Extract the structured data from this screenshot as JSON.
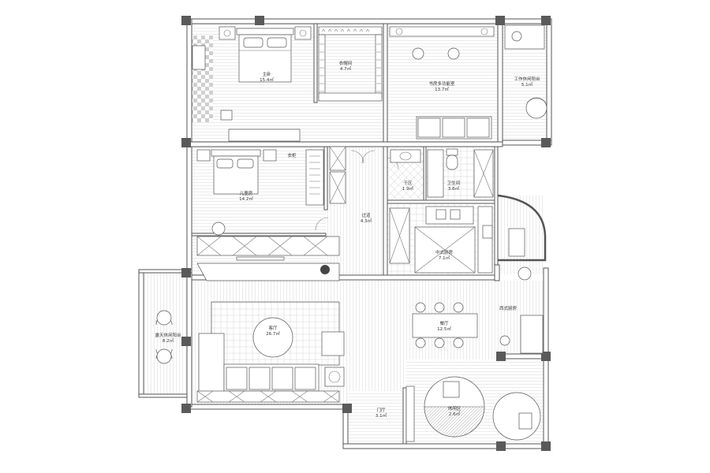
{
  "plan": {
    "rooms": [
      {
        "id": "master-bedroom",
        "name": "主卧",
        "area": "15.4㎡"
      },
      {
        "id": "walk-in-closet",
        "name": "衣帽间",
        "area": "4.7㎡"
      },
      {
        "id": "multi-room",
        "name": "书房多功能室",
        "area": "13.7㎡"
      },
      {
        "id": "work-balcony",
        "name": "工作休闲阳台",
        "area": "5.1㎡"
      },
      {
        "id": "child-room",
        "name": "儿童房",
        "area": "14.2㎡"
      },
      {
        "id": "closet-small",
        "name": "衣柜",
        "area": ""
      },
      {
        "id": "hallway",
        "name": "过道",
        "area": "4.3㎡"
      },
      {
        "id": "wash-area",
        "name": "干区",
        "area": "1.9㎡"
      },
      {
        "id": "bathroom",
        "name": "卫生间",
        "area": "3.6㎡"
      },
      {
        "id": "kitchen",
        "name": "中式厨房",
        "area": "7.1㎡"
      },
      {
        "id": "western-kitchen",
        "name": "西式厨房",
        "area": ""
      },
      {
        "id": "living-room",
        "name": "客厅",
        "area": "26.7㎡"
      },
      {
        "id": "dining-room",
        "name": "餐厅",
        "area": "12.5㎡"
      },
      {
        "id": "leisure-balcony",
        "name": "露天休闲阳台",
        "area": "8.2㎡"
      },
      {
        "id": "entrance",
        "name": "门厅",
        "area": "3.1㎡"
      },
      {
        "id": "tea-area",
        "name": "休闲区",
        "area": "2.6㎡"
      }
    ]
  }
}
